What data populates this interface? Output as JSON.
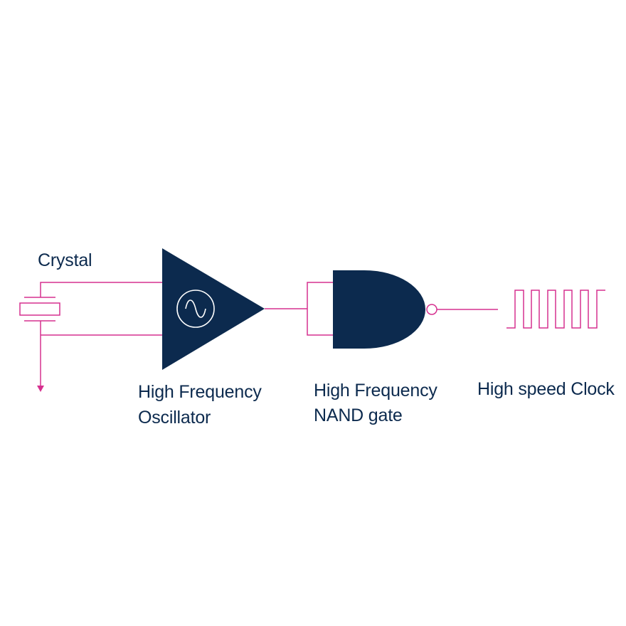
{
  "colors": {
    "wire": "#d6308f",
    "component": "#0c2a4e",
    "text": "#0c2a4e",
    "background": "#ffffff"
  },
  "labels": {
    "crystal": "Crystal",
    "oscillator_line1": "High Frequency",
    "oscillator_line2": "Oscillator",
    "nand_line1": "High Frequency",
    "nand_line2": "NAND gate",
    "clock": "High speed Clock"
  },
  "icons": {
    "crystal": "crystal-resonator-icon",
    "oscillator": "triangle-amplifier-icon",
    "sine": "sine-wave-icon",
    "nand": "nand-gate-icon",
    "ground": "arrow-down-icon",
    "clock": "square-wave-icon"
  }
}
